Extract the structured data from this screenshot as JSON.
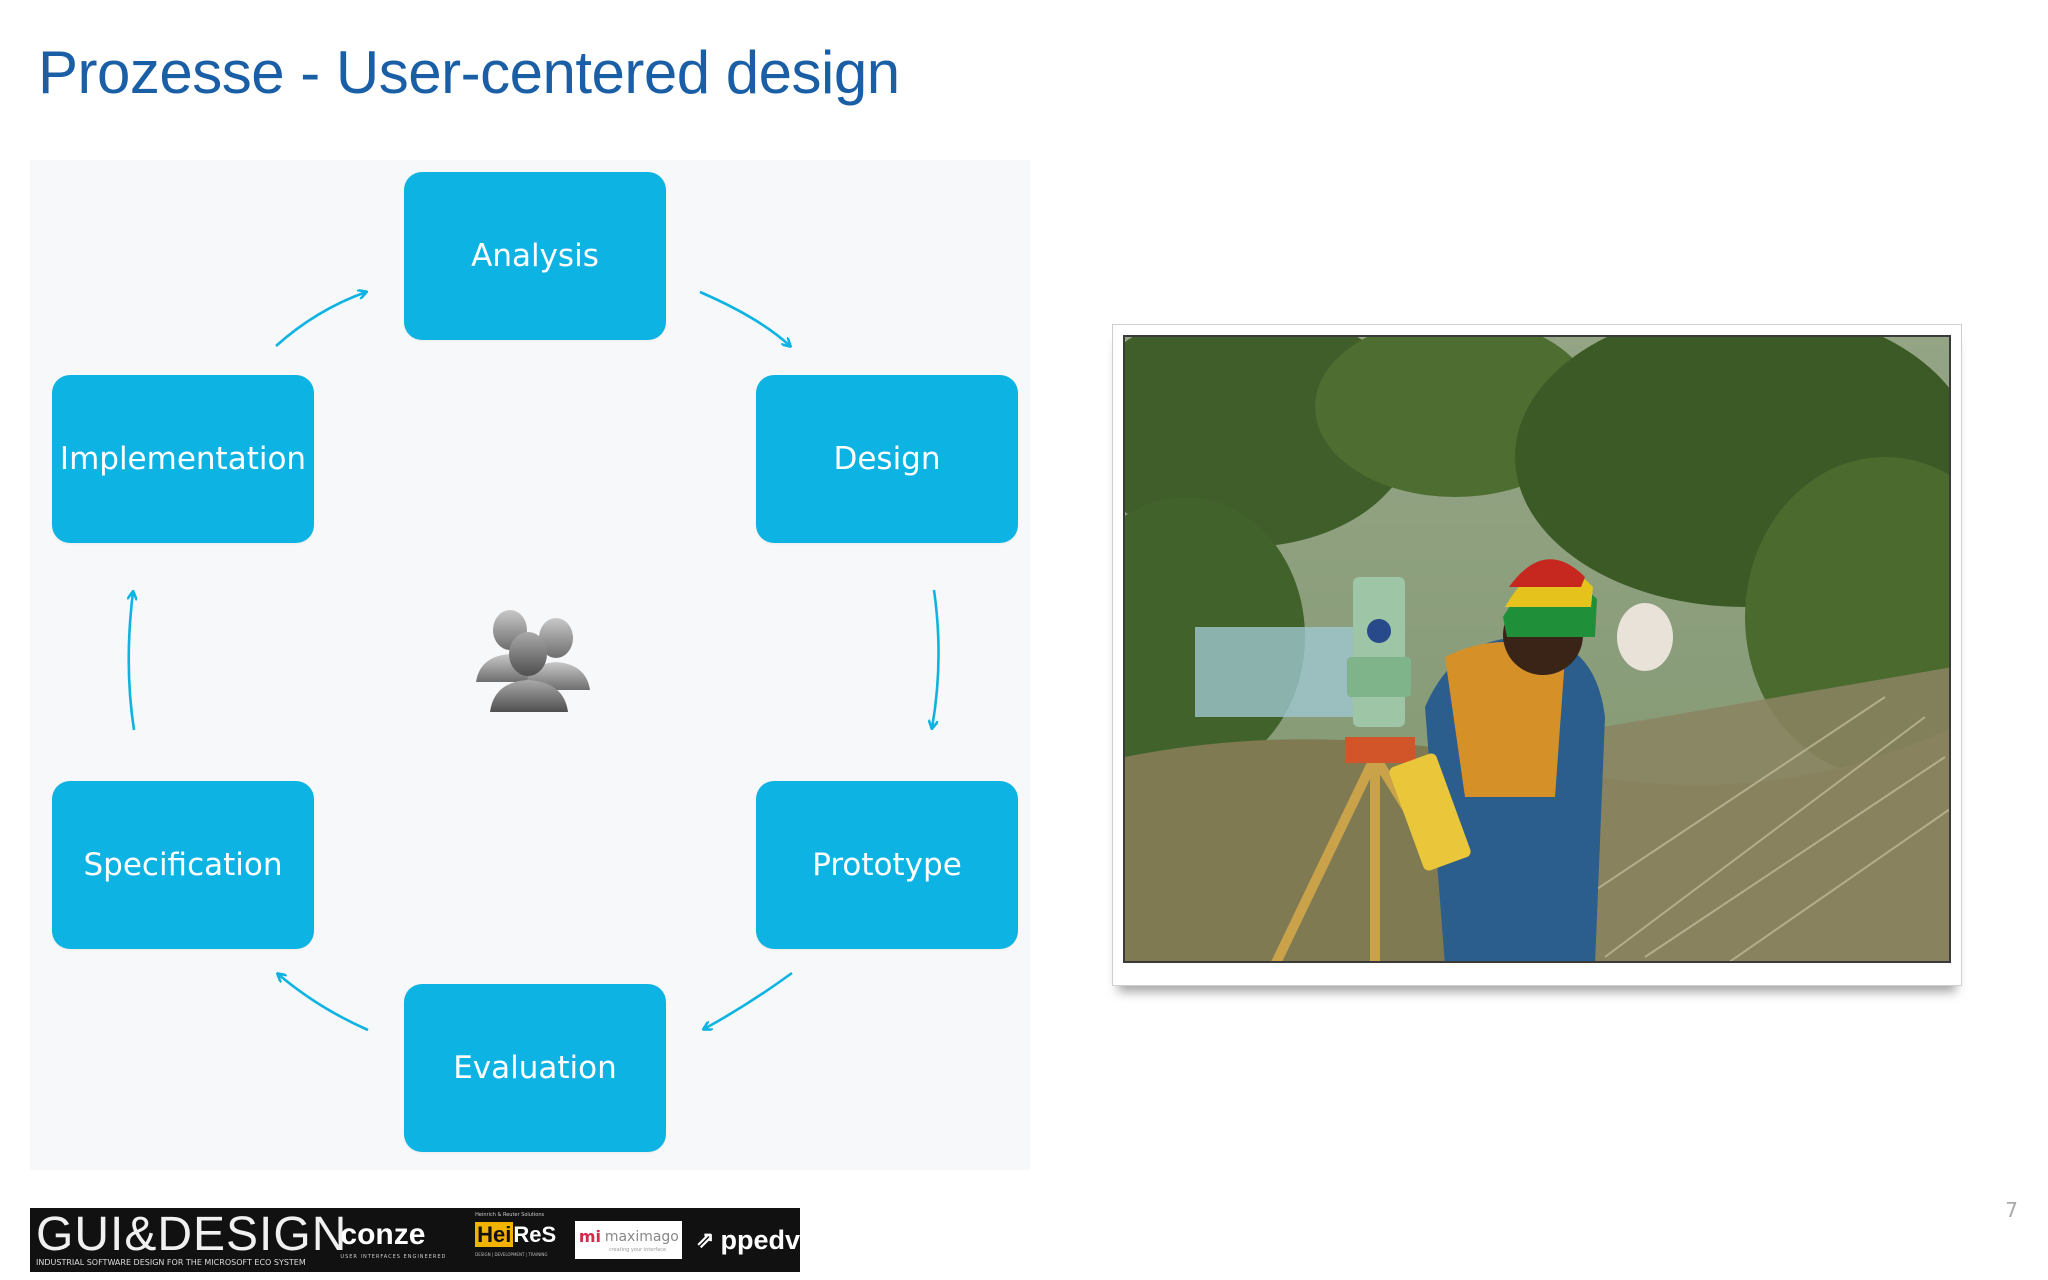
{
  "slide": {
    "title": "Prozesse - User-centered design",
    "page_number": "7"
  },
  "cycle": {
    "steps": [
      "Analysis",
      "Design",
      "Prototype",
      "Evaluation",
      "Specification",
      "Implementation"
    ],
    "center_icon": "users-icon",
    "box_color": "#0db3e2",
    "arrow_color": "#0db3e2"
  },
  "photo": {
    "subject": "surveyor-photo"
  },
  "logos": {
    "gui_design": {
      "mark": "GUI&DESIGN",
      "tagline": "INDUSTRIAL SOFTWARE DESIGN FOR THE MICROSOFT ECO SYSTEM"
    },
    "conze": {
      "mark": "conze",
      "tagline": "USER INTERFACES ENGINEERED"
    },
    "heires": {
      "header": "Heinrich & Reuter Solutions",
      "hei": "Hei",
      "res": "ReS",
      "tagline": "DESIGN | DEVELOPMENT | TRAINING"
    },
    "maximago": {
      "mi": "mi",
      "name": "maximago",
      "tagline": "creating your interface"
    },
    "ppedv": {
      "mark": "ppedv"
    }
  }
}
